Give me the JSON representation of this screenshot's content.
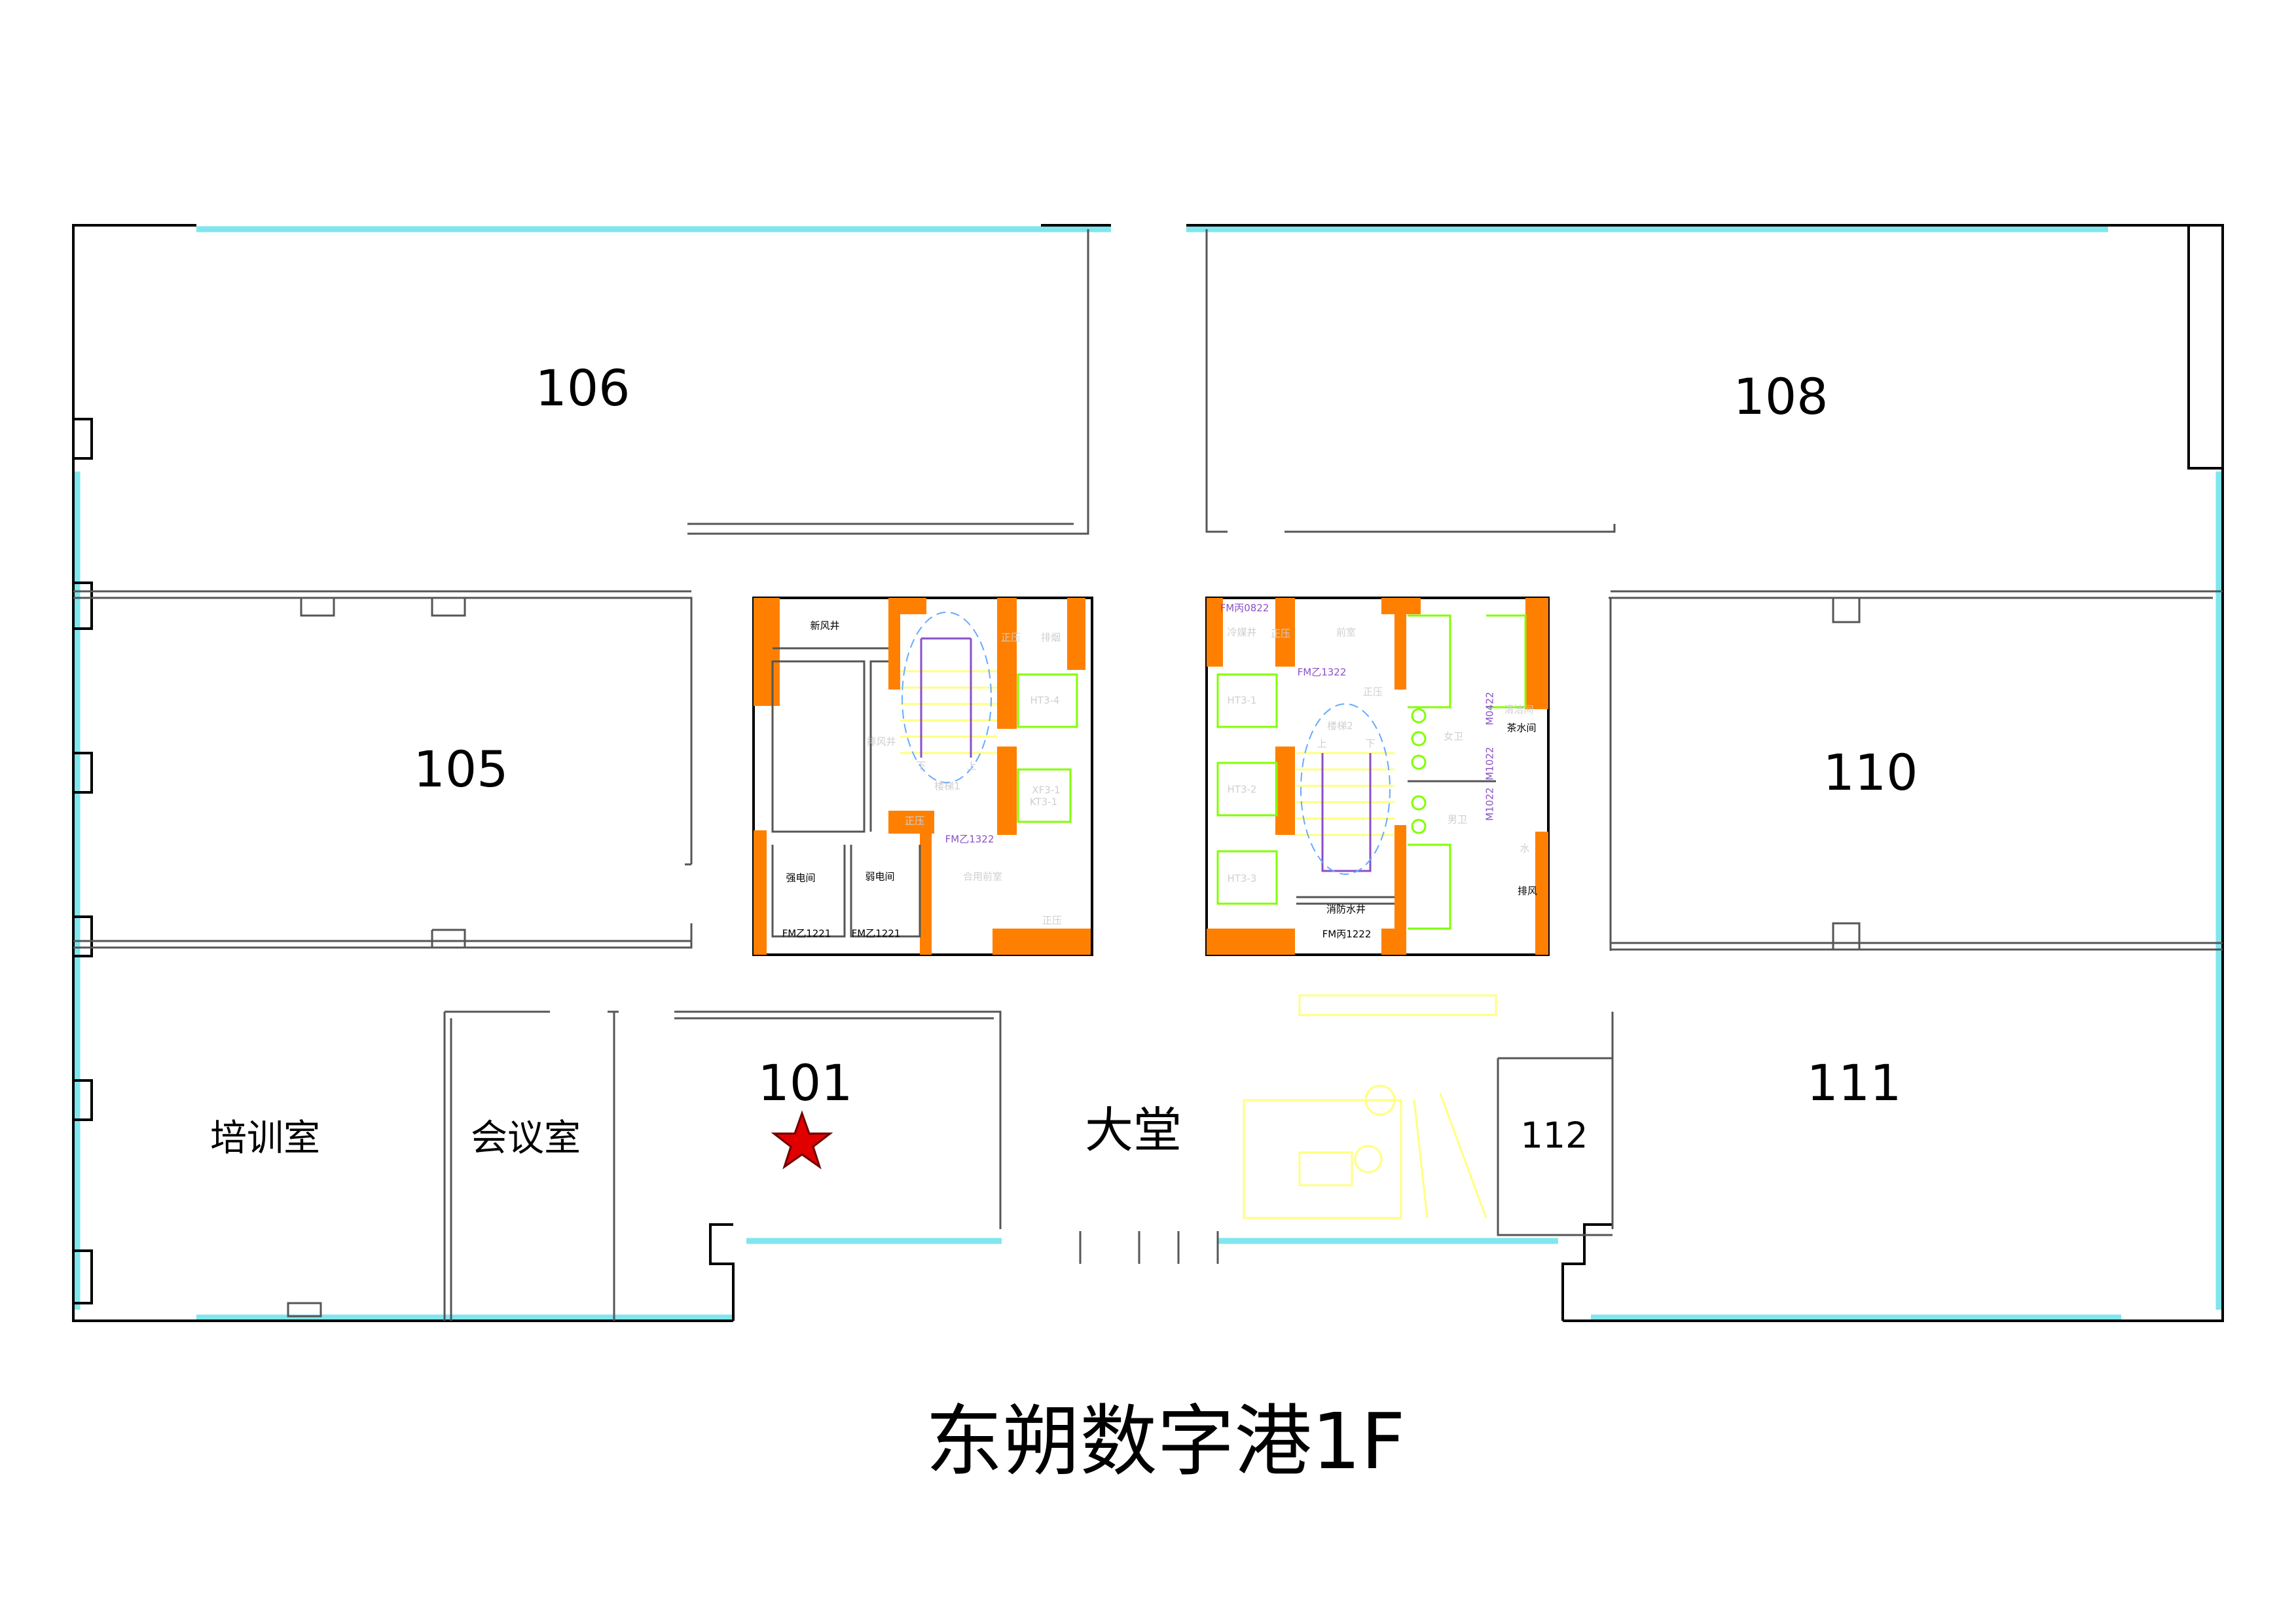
{
  "title": "东朔数字港1F",
  "rooms": {
    "r106": "106",
    "r108": "108",
    "r105": "105",
    "r110": "110",
    "r101": "101",
    "r111": "111",
    "r112": "112",
    "training": "培训室",
    "meeting": "会议室",
    "lobby": "大堂"
  },
  "marker": {
    "icon": "star-icon",
    "color": "#e00000",
    "room": "101"
  },
  "colors": {
    "column": "#ff8000",
    "glazing": "#7fe6ee",
    "fixture": "#80ff00",
    "door": "#8a4fc8"
  },
  "core1": {
    "fresh_air_shaft": "新风井",
    "exhaust_shaft": "排风井",
    "pressure_a": "正压",
    "smoke": "排烟",
    "elevator": "HT3-4",
    "fire_elevator_a": "XF3-1",
    "fire_elevator_b": "KT3-1",
    "stair": "楼梯1",
    "down": "下",
    "up": "上",
    "pressure_b": "正压",
    "door_main": "FM乙1322",
    "strong_elec": "强电间",
    "weak_elec": "弱电间",
    "shared_lobby": "合用前室",
    "door_a": "FM乙1221",
    "door_b": "FM乙1221",
    "pressure_c": "正压"
  },
  "core2": {
    "door_top": "FM丙0822",
    "refrigerant_shaft": "冷媒井",
    "pressure_a": "正压",
    "anteroom": "前室",
    "door_main": "FM乙1322",
    "pressure_b": "正压",
    "elev1": "HT3-1",
    "elev2": "HT3-2",
    "elev3": "HT3-3",
    "stair": "楼梯2",
    "up": "上",
    "down": "下",
    "womens": "女卫",
    "mens": "男卫",
    "door_m0422": "M0422",
    "cleaning": "清洁间",
    "pantry": "茶水间",
    "door_m1022_a": "M1022",
    "door_m1022_b": "M1022",
    "water": "水",
    "exhaust": "排风",
    "fire_water_shaft": "消防水井",
    "door_bottom": "FM丙1222"
  }
}
